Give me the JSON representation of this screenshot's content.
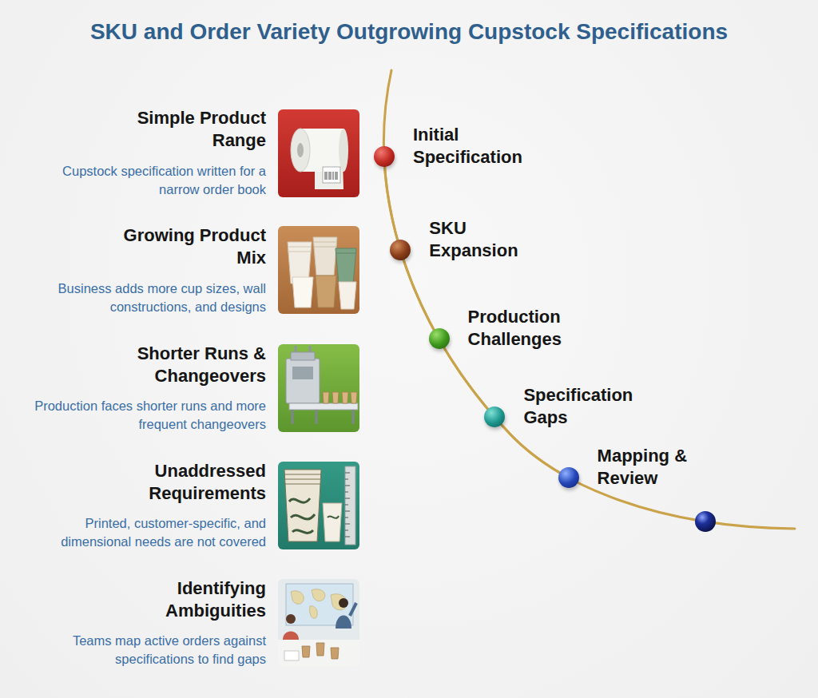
{
  "diagram": {
    "title": "SKU and Order Variety Outgrowing Cupstock Specifications",
    "nodes": [
      {
        "text": [
          "Initial Specification"
        ]
      },
      {
        "text": [
          "SKU Expansion"
        ]
      },
      {
        "text": [
          "Production Challenges"
        ]
      },
      {
        "text": [
          "Specification Gaps"
        ]
      },
      {
        "text": [
          "Mapping & Review"
        ]
      }
    ],
    "edges": [
      {
        "from": 0,
        "to": 1,
        "arrow": "none"
      },
      {
        "from": 1,
        "to": 2,
        "arrow": "none"
      },
      {
        "from": 2,
        "to": 3,
        "arrow": "none"
      },
      {
        "from": 3,
        "to": 4,
        "arrow": "none"
      }
    ],
    "labels": [
      "Simple Product Range",
      "Cupstock specification written for a narrow order book",
      "Growing Product Mix",
      "Business adds more cup sizes, wall constructions, and designs",
      "Shorter Runs & Changeovers",
      "Production faces shorter runs and more frequent changeovers",
      "Unaddressed Requirements",
      "Printed, customer-specific, and dimensional needs are not covered",
      "Identifying Ambiguities",
      "Teams map active orders against specifications to find gaps"
    ]
  }
}
